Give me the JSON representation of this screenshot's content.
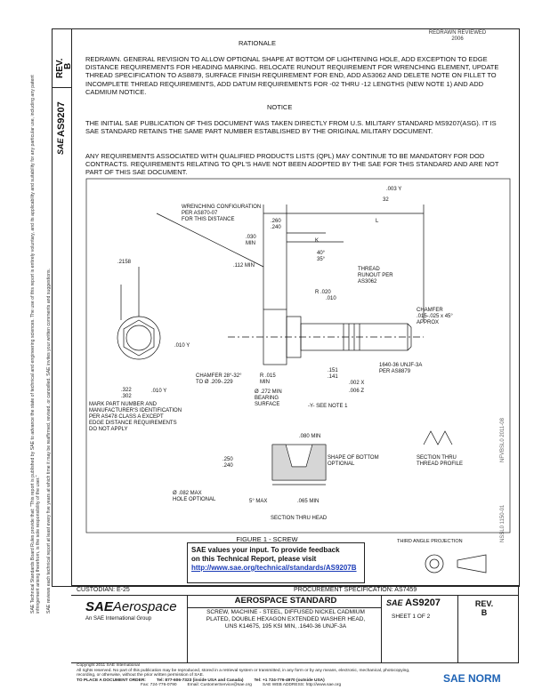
{
  "rev_box": {
    "rev_label": "REV.",
    "rev_value": "B"
  },
  "doc_number": "AS9207",
  "sae_logo_small": "SAE",
  "side_notice_1": "SAE Technical Standards Board Rules provide that: \"This report is published by SAE to advance the state of technical and engineering sciences. The use of this report is entirely voluntary, and its applicability and suitability for any particular use, including any patent infringement arising therefrom, is the sole responsibility of the user.\"",
  "side_notice_2": "SAE reviews each technical report at least every five years at which time it may be reaffirmed, revised, or cancelled. SAE invites your written comments and suggestions.",
  "right_side_1": "NFVBSL0 2011-08",
  "right_side_2": "NSSL0 1150-01",
  "stamp": [
    "REDRAWN  REVIEWED",
    "2006"
  ],
  "rationale": {
    "heading": "RATIONALE",
    "text": "REDRAWN.  GENERAL REVISION TO ALLOW OPTIONAL SHAPE AT BOTTOM OF LIGHTENING HOLE, ADD EXCEPTION TO EDGE DISTANCE REQUIREMENTS FOR HEADING MARKING. RELOCATE RUNOUT REQUIREMENT FOR WRENCHING ELEMENT, UPDATE THREAD SPECIFICATION TO AS8879, SURFACE FINISH REQUIREMENT FOR END, ADD AS3062 AND DELETE NOTE ON FILLET TO INCOMPLETE THREAD REQUIREMENTS, ADD DATUM REQUIREMENTS FOR -02 THRU -12 LENGTHS (NEW NOTE 1) AND ADD CADMIUM NOTICE."
  },
  "notice": {
    "heading": "NOTICE",
    "p1": "THE INITIAL SAE PUBLICATION OF THIS DOCUMENT WAS TAKEN DIRECTLY FROM U.S. MILITARY STANDARD MS9207(ASG). IT IS SAE STANDARD RETAINS THE SAME PART NUMBER ESTABLISHED BY THE ORIGINAL MILITARY DOCUMENT.",
    "p2": "ANY REQUIREMENTS ASSOCIATED WITH QUALIFIED PRODUCTS LISTS (QPL) MAY CONTINUE TO BE MANDATORY FOR DOD CONTRACTS. REQUIREMENTS RELATING TO QPL'S HAVE NOT BEEN ADOPTED BY THE SAE FOR THIS STANDARD AND ARE NOT PART OF THIS SAE DOCUMENT."
  },
  "drawing": {
    "wrenching": [
      "WRENCHING CONFIGURATION",
      "PER AS870-07",
      "FOR THIS DISTANCE"
    ],
    "d_2158": ".2158",
    "d_003y": ".003 Y",
    "d_32": "32",
    "d_260_240": [
      ".260",
      ".240"
    ],
    "d_L": "L",
    "d_030": [
      ".030",
      "MIN"
    ],
    "d_112": ".112 MIN",
    "d_K": "K",
    "d_40_35": [
      "40°",
      "35°"
    ],
    "thread_runout": [
      "THREAD",
      "RUNOUT PER",
      "AS3062"
    ],
    "d_R": [
      "R .020",
      ".010"
    ],
    "chamfer_right": [
      "CHAMFER",
      ".015-.025 x 45°",
      "APPROX"
    ],
    "d_010y": ".010 Y",
    "d_322": [
      ".322",
      ".302"
    ],
    "d_010y2": ".010 Y",
    "chamfer_left": [
      "CHAMFER 28°-32°",
      "TO Ø .209-.229"
    ],
    "d_R015": [
      "R .015",
      "MIN"
    ],
    "d_151": [
      ".151",
      ".141"
    ],
    "d_002x": ".002 X",
    "d_006z": ".006 Z",
    "thread_spec": [
      "1640-36 UNJF-3A",
      "PER AS8879"
    ],
    "d_272": [
      "Ø .272 MIN",
      "BEARING",
      "SURFACE"
    ],
    "y_note": "-Y- SEE NOTE 1",
    "mark_part": [
      "MARK PART NUMBER AND",
      "MANUFACTURER'S IDENTIFICATION",
      "PER AS478 CLASS A EXCEPT",
      "EDGE DISTANCE REQUIREMENTS",
      "DO NOT APPLY"
    ],
    "d_080": ".080 MIN",
    "shape_bottom": [
      "SHAPE OF BOTTOM",
      "OPTIONAL"
    ],
    "d_250": [
      ".250",
      ".240"
    ],
    "d_082": [
      "Ø .082 MAX",
      "HOLE OPTIONAL"
    ],
    "d_5max": "5° MAX",
    "d_065": ".065 MIN",
    "section_head": "SECTION THRU HEAD",
    "section_thread": [
      "SECTION THRU",
      "THREAD PROFILE"
    ]
  },
  "figure_title": "FIGURE 1 - SCREW",
  "feedback": {
    "line1": "SAE values your input. To provide feedback",
    "line2": "on this Technical Report, please visit",
    "link": "http://www.sae.org/technical/standards/AS9207B"
  },
  "third_angle": "THIRD ANGLE PROJECTION",
  "custodian": "CUSTODIAN:  E-25",
  "procurement": "PROCUREMENT SPECIFICATION: AS7459",
  "title_block": {
    "logo_main": "SAE",
    "logo_sub": "Aerospace",
    "logo_tag": "An SAE International Group",
    "standard": "AEROSPACE STANDARD",
    "desc1": "SCREW, MACHINE - STEEL, DIFFUSED NICKEL CADMIUM",
    "desc2": "PLATED, DOUBLE HEXAGON EXTENDED WASHER HEAD,",
    "desc3": "UNS K14675, 195 KSI MIN, .1640-36 UNJF-3A",
    "doc": "AS9207",
    "sheet": "SHEET 1 OF 2",
    "rev_label": "REV.",
    "rev": "B"
  },
  "footer": {
    "copyright": "Copyright 2011  SAE International",
    "rights": "All rights reserved. No part of this publication may be reproduced, stored in a retrieval system or transmitted, in any form or by any means, electronic, mechanical, photocopying,",
    "rights2": "recording, or otherwise, without the prior written permission of SAE.",
    "order": "TO PLACE A DOCUMENT ORDER:",
    "tel1": "Tel:  877-606-7323 (inside USA and Canada)",
    "fax": "Fax:  724-776-0790",
    "tel2": "Tel:  +1 724-776-4970 (outside USA)",
    "email": "Email:  CustomerService@sae.org",
    "web": "SAE WEB ADDRESS:  http://www.sae.org",
    "watermark": "SAE NORM"
  }
}
